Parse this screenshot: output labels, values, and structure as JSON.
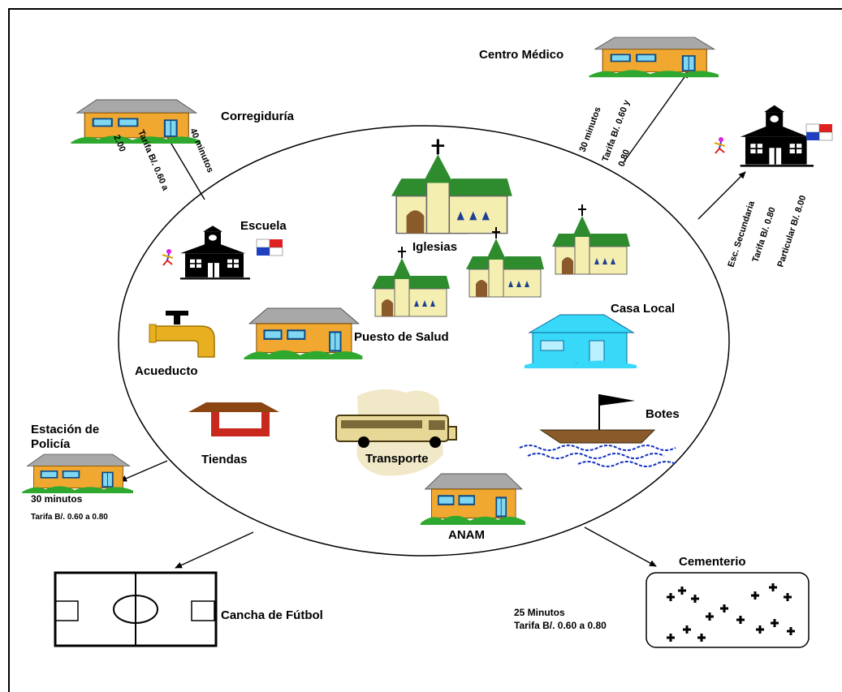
{
  "labels": {
    "corregiduria": "Corregiduría",
    "centro_medico": "Centro Médico",
    "escuela": "Escuela",
    "iglesias": "Iglesias",
    "casa_local": "Casa Local",
    "acueducto": "Acueducto",
    "puesto_salud": "Puesto de Salud",
    "tiendas": "Tiendas",
    "transporte": "Transporte",
    "botes": "Botes",
    "anam": "ANAM",
    "estacion_line1": "Estación de",
    "estacion_line2": "Policía",
    "cancha": "Cancha de Fútbol",
    "cementerio": "Cementerio"
  },
  "annotations": {
    "corregiduria_time": "40 minutos",
    "corregiduria_fare_line1": "Tarifa B/. 0.60 a",
    "corregiduria_fare_line2": "2.00",
    "centro_time": "30 minutos",
    "centro_fare_line1": "Tarifa B/. 0.60 y",
    "centro_fare_line2": "0.80",
    "secundaria_line1": "Esc. Secundaria",
    "secundaria_line2": "Tarifa B/. 0.80",
    "secundaria_line3": "Particular B/. 8.00",
    "policia_time": "30 minutos",
    "policia_fare": "Tarifa B/. 0.60 a 0.80",
    "cementerio_time": "25 Minutos",
    "cementerio_fare": "Tarifa B/. 0.60 a 0.80"
  },
  "icons": [
    "house-icon",
    "church-icon",
    "school-icon",
    "flag-icon",
    "faucet-icon",
    "store-icon",
    "bus-icon",
    "boat-icon",
    "soccer-field-icon",
    "cemetery-icon"
  ],
  "colors": {
    "house_wall": "#f0a830",
    "house_roof": "#a0a0a0",
    "church_roof": "#2e8b2e",
    "church_wall": "#f4eeb0",
    "casa_local": "#38d8f8",
    "grass": "#2fa82f",
    "store_red": "#c8281e",
    "store_roof": "#8b4513",
    "bus": "#e8d898"
  }
}
